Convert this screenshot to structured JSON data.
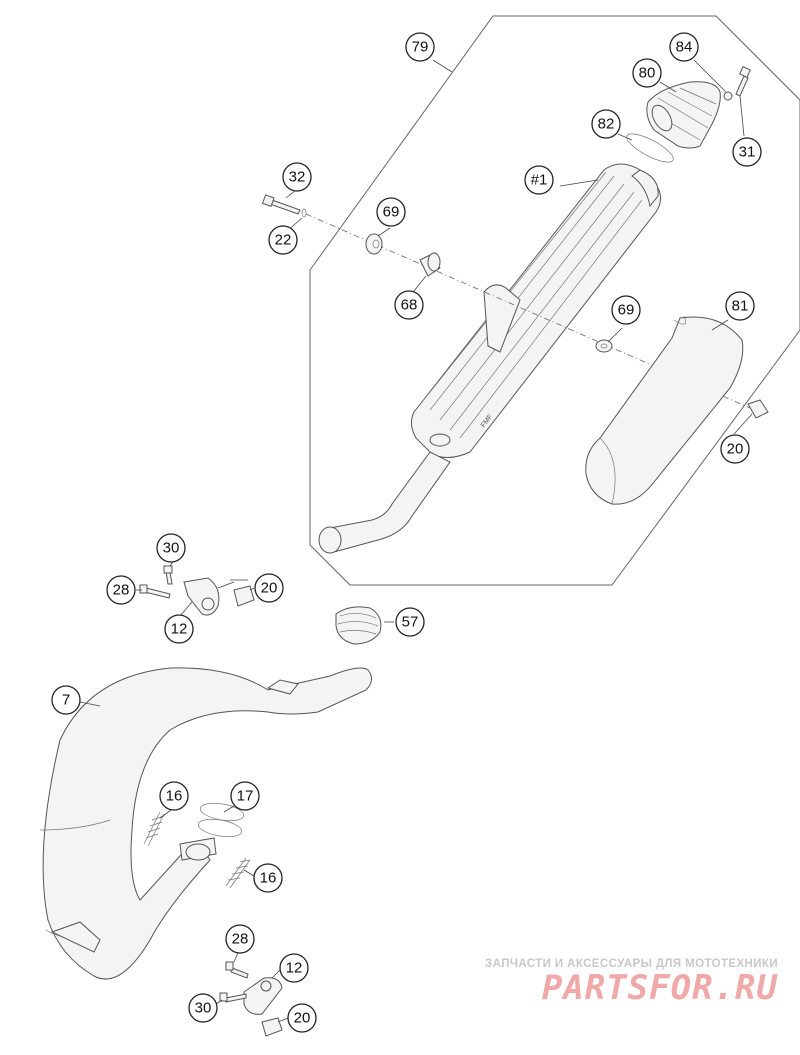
{
  "callouts": [
    {
      "id": "c79",
      "label": "79"
    },
    {
      "id": "c84",
      "label": "84"
    },
    {
      "id": "c80",
      "label": "80"
    },
    {
      "id": "c31",
      "label": "31"
    },
    {
      "id": "c82",
      "label": "82"
    },
    {
      "id": "c32",
      "label": "32"
    },
    {
      "id": "c1",
      "label": "#1"
    },
    {
      "id": "c69a",
      "label": "69"
    },
    {
      "id": "c22",
      "label": "22"
    },
    {
      "id": "c68",
      "label": "68"
    },
    {
      "id": "c69b",
      "label": "69"
    },
    {
      "id": "c81",
      "label": "81"
    },
    {
      "id": "c20a",
      "label": "20"
    },
    {
      "id": "c30a",
      "label": "30"
    },
    {
      "id": "c28a",
      "label": "28"
    },
    {
      "id": "c20b",
      "label": "20"
    },
    {
      "id": "c12a",
      "label": "12"
    },
    {
      "id": "c57",
      "label": "57"
    },
    {
      "id": "c7",
      "label": "7"
    },
    {
      "id": "c16a",
      "label": "16"
    },
    {
      "id": "c17",
      "label": "17"
    },
    {
      "id": "c16b",
      "label": "16"
    },
    {
      "id": "c28b",
      "label": "28"
    },
    {
      "id": "c12b",
      "label": "12"
    },
    {
      "id": "c30b",
      "label": "30"
    },
    {
      "id": "c20c",
      "label": "20"
    }
  ],
  "watermark": {
    "tagline": "ЗАПЧАСТИ И АКСЕССУАРЫ ДЛЯ МОТОТЕХНИКИ",
    "brand": "PARTSFOR.RU"
  },
  "colors": {
    "line": "#555555",
    "fill": "#f4f4f4",
    "watermark_brand": "#f0a8a8",
    "watermark_tag": "#c8c8c8"
  }
}
